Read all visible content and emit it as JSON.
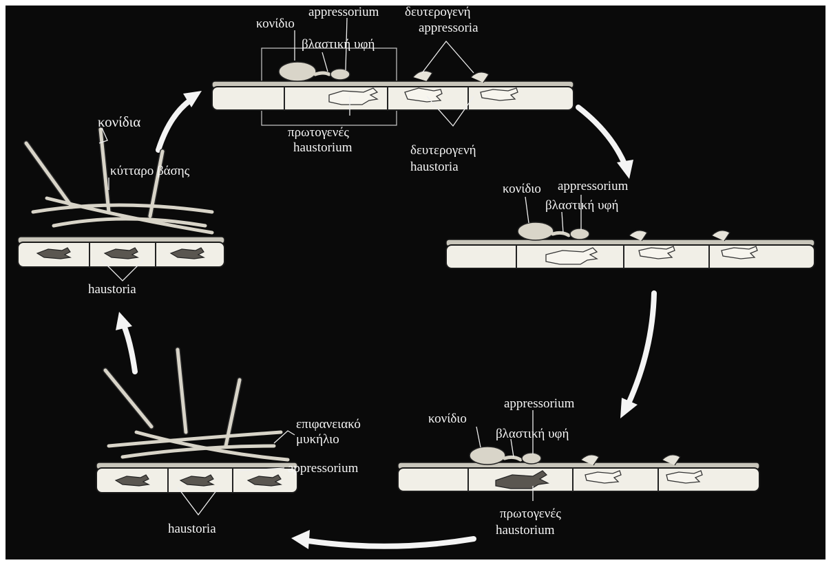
{
  "labels": {
    "s1_conidio": "κονίδιο",
    "s1_appressorium": "appressorium",
    "s1_secondary_appressoria_1": "δευτερογενή",
    "s1_secondary_appressoria_2": "appressoria",
    "s1_germ_tube": "βλαστική υφή",
    "s1_primary_haustorium_1": "πρωτογενές",
    "s1_primary_haustorium_2": "haustorium",
    "s1_secondary_haustoria_1": "δευτερογενή",
    "s1_secondary_haustoria_2": "haustoria",
    "s2_conidio": "κονίδιο",
    "s2_appressorium": "appressorium",
    "s2_germ_tube": "βλαστική υφή",
    "s3_appressorium": "appressorium",
    "s3_conidio": "κονίδιο",
    "s3_germ_tube": "βλαστική υφή",
    "s3_primary_haustorium_1": "πρωτογενές",
    "s3_primary_haustorium_2": "haustorium",
    "s4_surface_mycelium_1": "επιφανειακό",
    "s4_surface_mycelium_2": "μυκήλιο",
    "s4_appressorium": "appressorium",
    "s4_haustoria": "haustoria",
    "s5_conidia": "κονίδια",
    "s5_foot_cell": "κύτταρο βάσης",
    "s5_haustoria": "haustoria"
  },
  "colors": {
    "background": "#0a0a0a",
    "label": "#f4f4f4",
    "cell": "#f1efe7",
    "arrow": "#f4f4f4"
  }
}
